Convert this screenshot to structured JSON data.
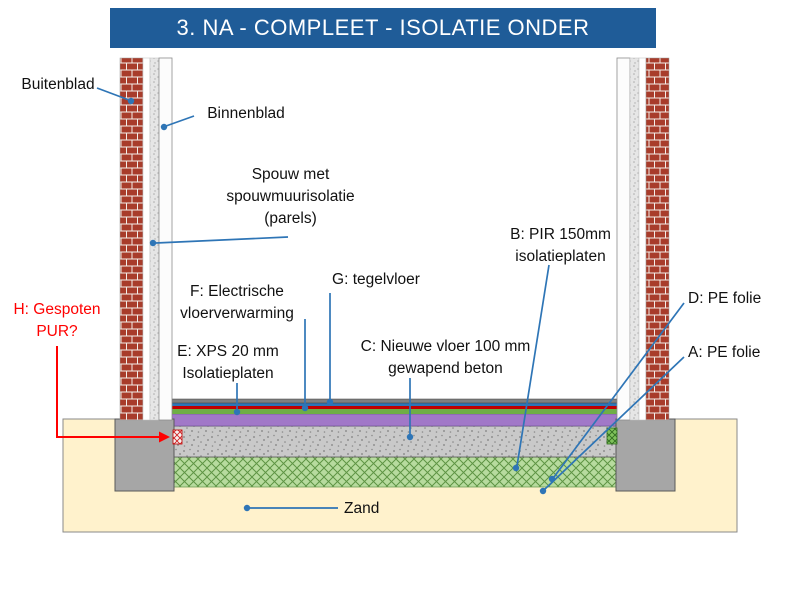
{
  "title": "3. NA - COMPLEET - ISOLATIE ONDER",
  "labels": {
    "buitenblad": "Buitenblad",
    "binnenblad": "Binnenblad",
    "spouw": "Spouw met\nspouwmuurisolatie\n(parels)",
    "b_pir": "B: PIR 150mm\nisolatieplaten",
    "g_tegelvloer": "G: tegelvloer",
    "f_vloerverwarming": "F: Electrische\nvloerverwarming",
    "e_xps": "E: XPS 20 mm\nIsolatieplaten",
    "c_vloer": "C: Nieuwe vloer 100 mm\ngewapend beton",
    "d_pe": "D: PE folie",
    "a_pe": "A: PE folie",
    "h_pur": "H: Gespoten\nPUR?",
    "zand": "Zand"
  },
  "colors": {
    "title_bar": "#1F5C98",
    "callout_blue": "#2E75B6",
    "warning_red": "#FF0000",
    "sand": "#FFF2CC",
    "brick_red": "#A83C2B",
    "concrete_gray": "#C9C9C9",
    "insulation_green": "#B7DB9E",
    "pir_purple": "#A178C8"
  }
}
